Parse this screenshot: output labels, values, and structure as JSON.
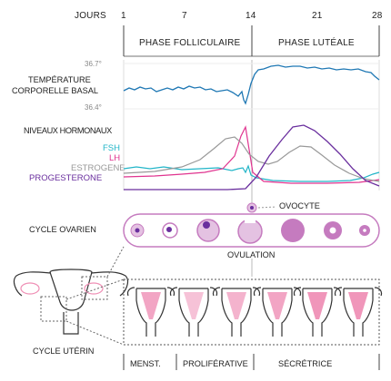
{
  "header": {
    "days_label": "JOURS",
    "day_ticks": [
      "1",
      "7",
      "14",
      "21",
      "28"
    ]
  },
  "phases": {
    "follicular": "PHASE FOLLICULAIRE",
    "luteal": "PHASE LUTÉALE"
  },
  "temperature": {
    "title_line1": "TEMPÉRATURE",
    "title_line2": "CORPORELLE BASAL",
    "max_label": "36.7°",
    "min_label": "36.4°",
    "color": "#1f78b4"
  },
  "hormones": {
    "title": "NIVEAUX HORMONAUX",
    "legend": [
      {
        "name": "FSH",
        "color": "#22b5c8"
      },
      {
        "name": "LH",
        "color": "#e0338f"
      },
      {
        "name": "ESTROGENE",
        "color": "#999999"
      },
      {
        "name": "PROGESTERONE",
        "color": "#6a2f9e"
      }
    ]
  },
  "ovarian": {
    "title": "CYCLE OVARIEN",
    "oocyte_label": "OVOCYTE",
    "ovulation_label": "OVULATION",
    "accent": "#c57bbf"
  },
  "uterine": {
    "title": "CYCLE UTÉRIN",
    "phases": [
      "MENST.",
      "PROLIFÉRATIVE",
      "SÉCRÉTRICE"
    ],
    "endometrium_color": "#ef8fb5"
  }
}
